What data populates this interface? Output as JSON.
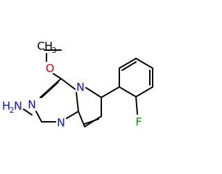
{
  "molecule": {
    "colors": {
      "bond": "#000000",
      "nitrogen": "#1010e0",
      "oxygen": "#e00000",
      "fluorine": "#00a000",
      "carbon_label": "#000000"
    },
    "labels": {
      "methyl_c": "C",
      "methyl_h": "H",
      "methyl_n": "3",
      "ether_o": "O",
      "n_pyridine": "N",
      "n_pyr_top": "N",
      "n_pyr_bottom": "N",
      "amine_h": "H",
      "amine_h_n": "2",
      "amine_n": "N",
      "fluorine": "F"
    }
  }
}
